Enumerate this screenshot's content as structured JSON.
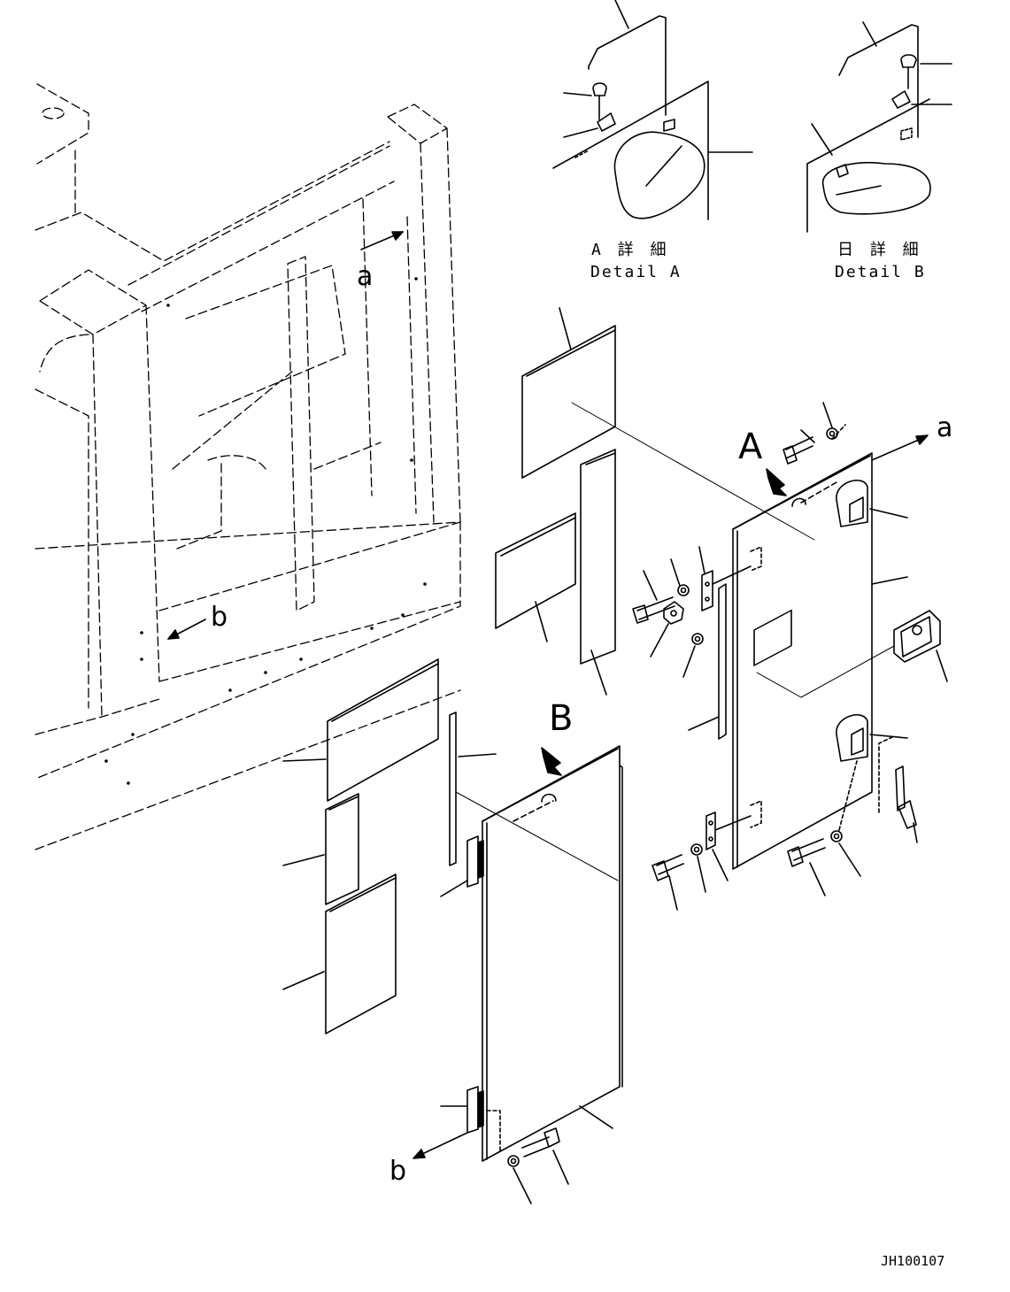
{
  "callouts": {
    "view_a_letter": "A",
    "view_b_letter": "B",
    "ref_a_upper": "a",
    "ref_a_frame": "a",
    "ref_b_frame": "b",
    "ref_b_lower": "b"
  },
  "detail_a": {
    "jp": "A 詳 細",
    "en": "Detail A"
  },
  "detail_b": {
    "jp": "日 詳 細",
    "en": "Detail B"
  },
  "drawing_number": "JH100107"
}
